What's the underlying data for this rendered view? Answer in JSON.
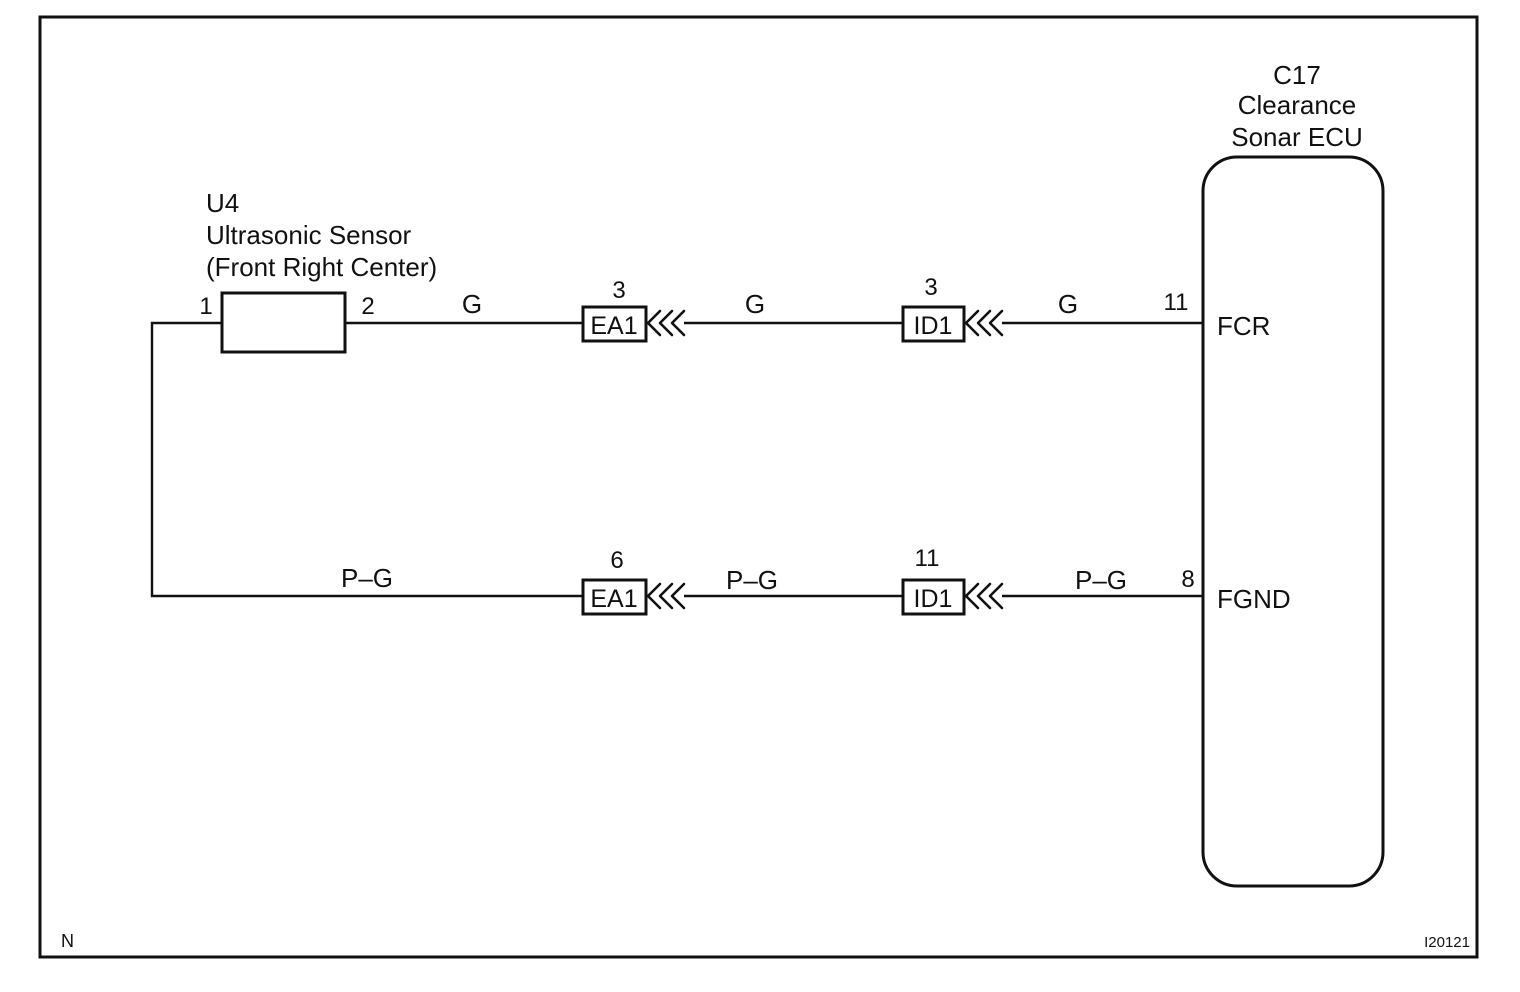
{
  "sensor": {
    "code": "U4",
    "name": "Ultrasonic Sensor",
    "position": "(Front Right Center)",
    "pin_left": "1",
    "pin_right": "2"
  },
  "ecu": {
    "code": "C17",
    "name_line1": "Clearance",
    "name_line2": "Sonar ECU",
    "terminal_fcr": "FCR",
    "terminal_fgnd": "FGND",
    "pin_fcr": "11",
    "pin_fgnd": "8"
  },
  "upper_circuit": {
    "wire_color_1": "G",
    "wire_color_2": "G",
    "wire_color_3": "G",
    "connector_a": {
      "label": "EA1",
      "pin": "3"
    },
    "connector_b": {
      "label": "ID1",
      "pin": "3"
    }
  },
  "lower_circuit": {
    "wire_color_1": "P–G",
    "wire_color_2": "P–G",
    "wire_color_3": "P–G",
    "connector_a": {
      "label": "EA1",
      "pin": "6"
    },
    "connector_b": {
      "label": "ID1",
      "pin": "11"
    }
  },
  "footer": {
    "corner_left": "N",
    "figure_code": "I20121"
  }
}
